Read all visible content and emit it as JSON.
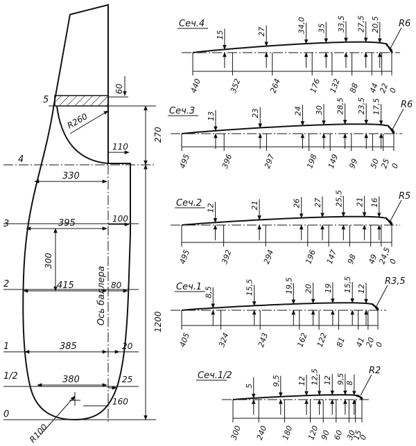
{
  "rudder": {
    "station_labels": [
      "5",
      "4",
      "3",
      "2",
      "1",
      "1/2",
      "0"
    ],
    "widths": [
      "330",
      "395",
      "415",
      "385",
      "380"
    ],
    "offsets": [
      "60",
      "110",
      "100",
      "80",
      "20",
      "25",
      "160"
    ],
    "heights": [
      "270",
      "300",
      "1200"
    ],
    "radius_upper": "R260",
    "radius_lower": "R100",
    "axis_label": "Ось баллера"
  },
  "sections": [
    {
      "title": "Сеч.4",
      "radius": "R6",
      "thickness": [
        "15",
        "27",
        "34,0",
        "35",
        "33,5",
        "27,5",
        "20,5"
      ],
      "stations": [
        "440",
        "352",
        "264",
        "176",
        "132",
        "88",
        "44",
        "22",
        "0"
      ]
    },
    {
      "title": "Сеч.3",
      "radius": "R6",
      "thickness": [
        "13",
        "23",
        "24",
        "30",
        "28,5",
        "23,5",
        "17,5"
      ],
      "stations": [
        "495",
        "396",
        "297",
        "198",
        "149",
        "99",
        "50",
        "25",
        "0"
      ]
    },
    {
      "title": "Сеч.2",
      "radius": "R5",
      "thickness": [
        "12",
        "21",
        "26",
        "27",
        "25,5",
        "21",
        "16"
      ],
      "stations": [
        "495",
        "392",
        "294",
        "196",
        "147",
        "98",
        "49",
        "24,5",
        "0"
      ]
    },
    {
      "title": "Сеч.1",
      "radius": "R3,5",
      "thickness": [
        "8,5",
        "15,5",
        "19,5",
        "20",
        "19",
        "15,5",
        "12"
      ],
      "stations": [
        "405",
        "324",
        "243",
        "162",
        "122",
        "81",
        "41",
        "20",
        "0"
      ]
    },
    {
      "title": "Сеч.1/2",
      "radius": "R2",
      "thickness": [
        "5",
        "9,5",
        "12",
        "12,5",
        "12",
        "9,5",
        "8"
      ],
      "stations": [
        "300",
        "240",
        "180",
        "120",
        "90",
        "60",
        "30",
        "15",
        "0"
      ]
    }
  ]
}
